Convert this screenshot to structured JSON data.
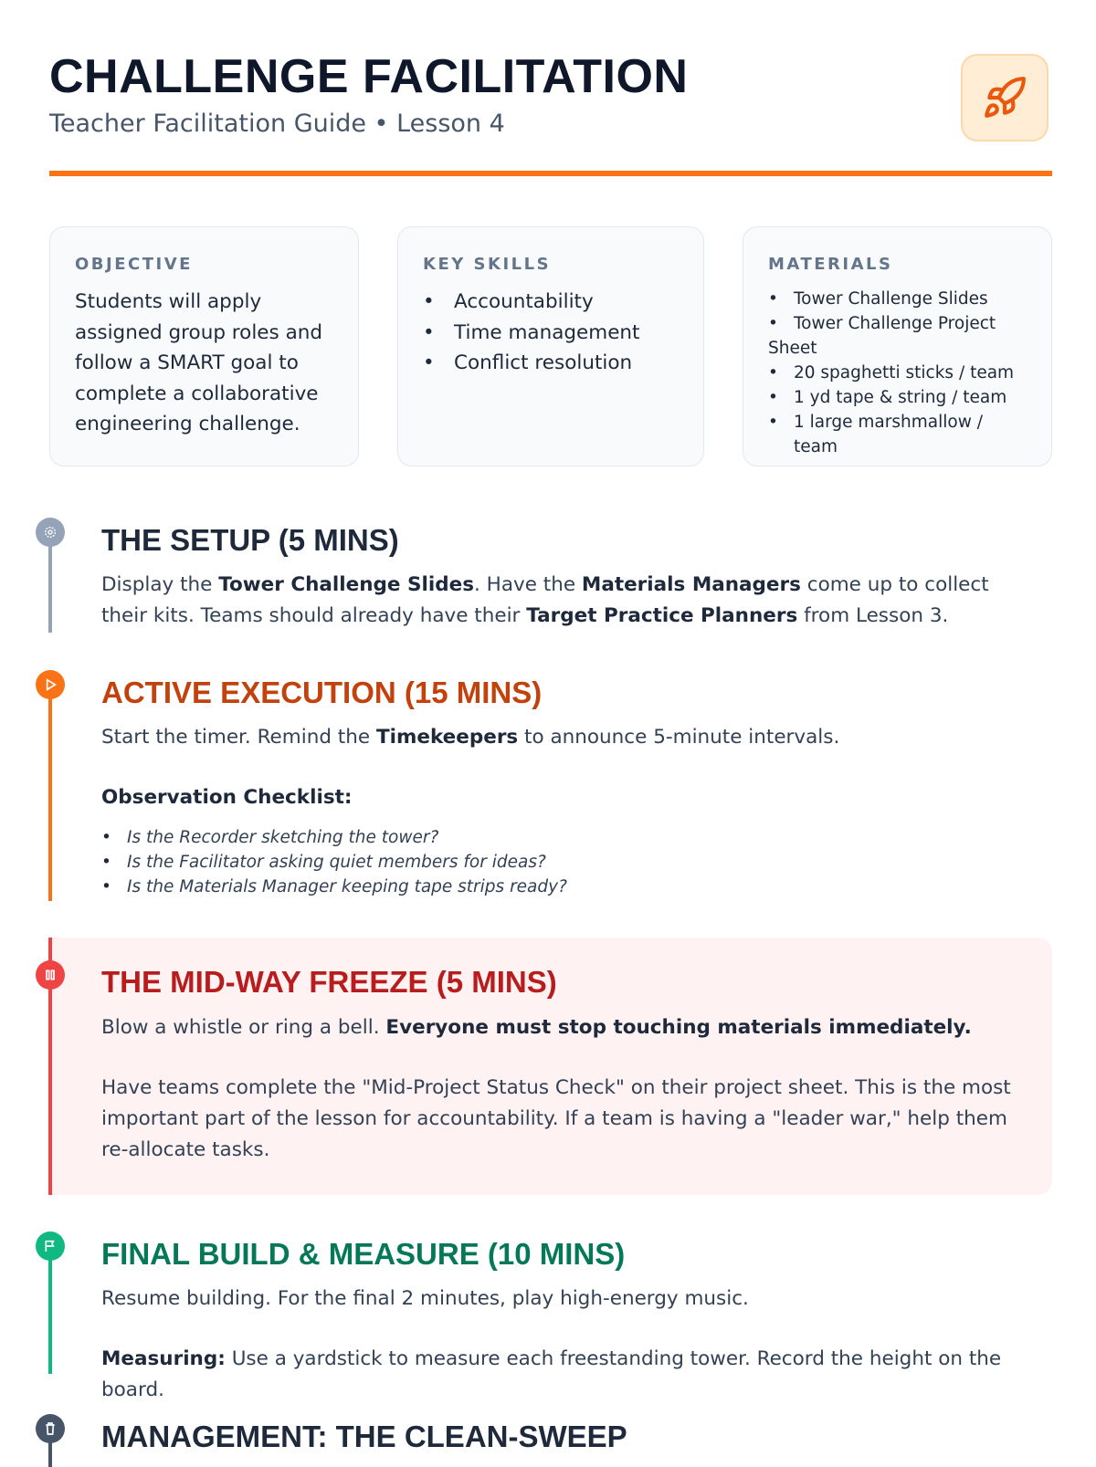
{
  "header": {
    "title": "CHALLENGE FACILITATION",
    "subtitle": "Teacher Facilitation Guide • Lesson 4",
    "icon": "rocket-icon"
  },
  "cards": {
    "objective": {
      "title": "OBJECTIVE",
      "text": "Students will apply assigned group roles and follow a SMART goal to complete a collaborative engineering challenge."
    },
    "skills": {
      "title": "KEY SKILLS",
      "items": [
        "Accountability",
        "Time management",
        "Conflict resolution"
      ]
    },
    "materials": {
      "title": "MATERIALS",
      "items": [
        "Tower Challenge Slides",
        "Tower Challenge Project Sheet",
        "20 spaghetti sticks / team",
        "1 yd tape & string / team",
        "1 large marshmallow / team"
      ]
    }
  },
  "sections": [
    {
      "title": "THE SETUP (5 MINS)",
      "color": "#94a3b8",
      "p1": [
        "Display the ",
        "Tower Challenge Slides",
        ". Have the ",
        "Materials Managers",
        " come up to collect their kits. Teams should already have their ",
        "Target Practice Planners",
        " from Lesson 3."
      ]
    },
    {
      "title": "ACTIVE EXECUTION (15 MINS)",
      "color": "#f97316",
      "p1": [
        "Start the timer. Remind the ",
        "Timekeepers",
        " to announce 5-minute intervals."
      ],
      "checklist_title": "Observation Checklist:",
      "checklist": [
        "Is the Recorder sketching the tower?",
        "Is the Facilitator asking quiet members for ideas?",
        "Is the Materials Manager keeping tape strips ready?"
      ]
    },
    {
      "title": "THE MID-WAY FREEZE (5 MINS)",
      "color": "#ef4444",
      "p1": [
        "Blow a whistle or ring a bell. ",
        "Everyone must stop touching materials immediately."
      ],
      "p2": "Have teams complete the \"Mid-Project Status Check\" on their project sheet. This is the most important part of the lesson for accountability. If a team is having a \"leader war,\" help them re-allocate tasks."
    },
    {
      "title": "FINAL BUILD & MEASURE (10 MINS)",
      "color": "#10b981",
      "p1": "Resume building. For the final 2 minutes, play high-energy music.",
      "p2": [
        "Measuring:",
        " Use a yardstick to measure each freestanding tower. Record the height on the board."
      ]
    },
    {
      "title": "MANAGEMENT: THE CLEAN-SWEEP",
      "color": "#475569"
    }
  ]
}
